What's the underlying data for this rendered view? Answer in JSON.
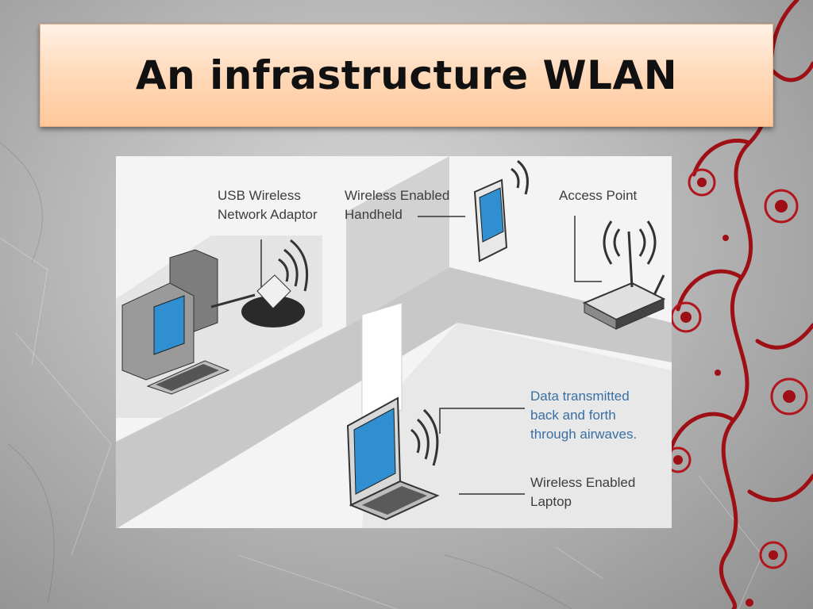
{
  "slide": {
    "title": "An infrastructure WLAN"
  },
  "diagram": {
    "labels": {
      "usb_adaptor_line1": "USB Wireless",
      "usb_adaptor_line2": "Network Adaptor",
      "handheld_line1": "Wireless Enabled",
      "handheld_line2": "Handheld",
      "access_point": "Access Point",
      "data_line1": "Data transmitted",
      "data_line2": "back and forth",
      "data_line3": "through airwaves.",
      "laptop_line1": "Wireless Enabled",
      "laptop_line2": "Laptop"
    },
    "colors": {
      "screen": "#2f8fd0",
      "wall": "#c9c9c9",
      "floor": "#e6e6e6",
      "ornament": "#9e0f16"
    },
    "icons": [
      "desktop-computer-icon",
      "usb-adaptor-icon",
      "handheld-icon",
      "access-point-icon",
      "laptop-icon",
      "wireless-signal-icon"
    ]
  }
}
